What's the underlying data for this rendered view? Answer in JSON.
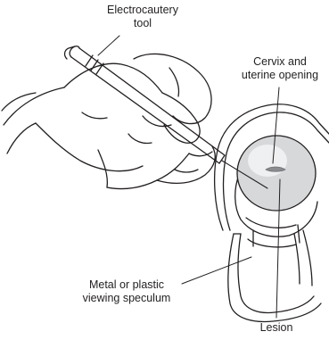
{
  "labels": {
    "tool": {
      "line1": "Electrocautery",
      "line2": "tool"
    },
    "cervix": {
      "line1": "Cervix and",
      "line2": "uterine opening"
    },
    "speculum": {
      "line1": "Metal or plastic",
      "line2": "viewing speculum"
    },
    "lesion": {
      "line1": "Lesion"
    }
  },
  "colors": {
    "line": "#231f20",
    "cervix_fill": "#d6d8da",
    "cervix_highlight": "#eef0f1",
    "lesion": "#8a8c8f",
    "background": "#ffffff"
  }
}
